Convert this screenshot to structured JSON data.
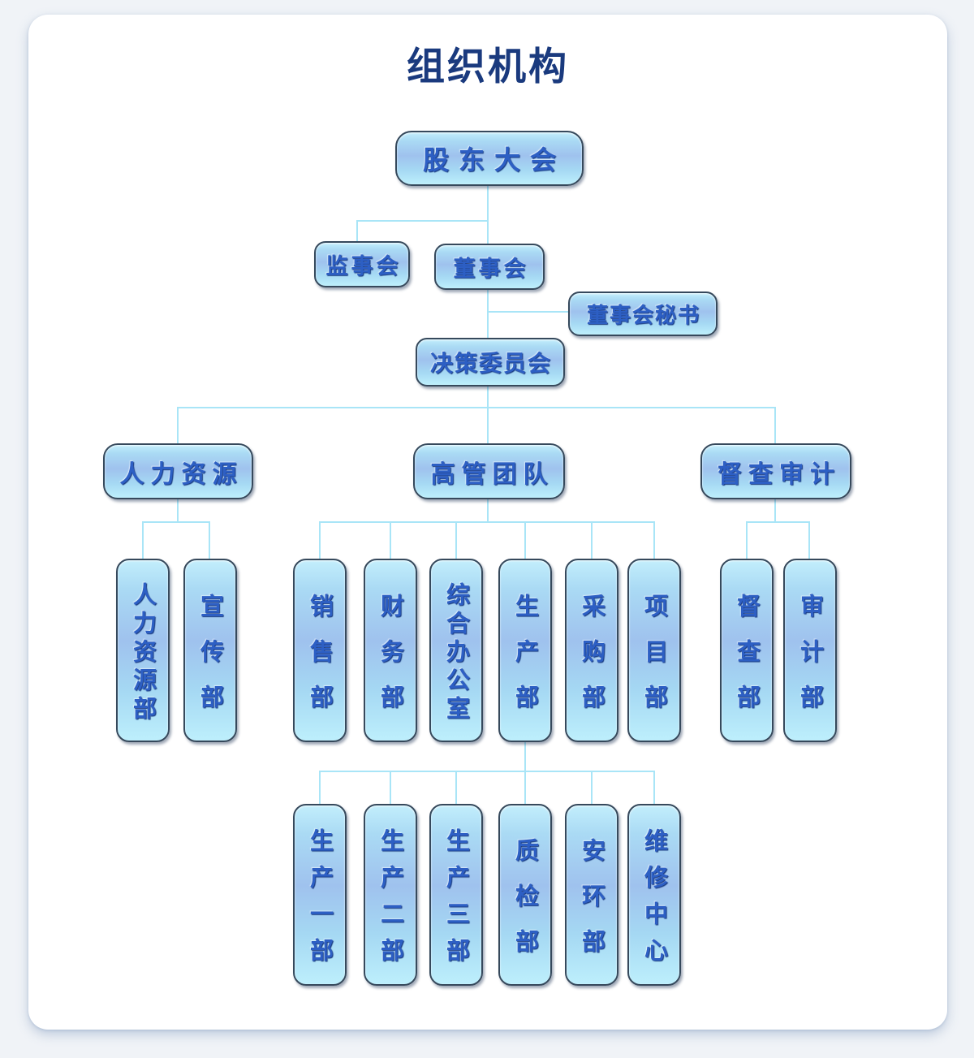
{
  "title": "组织机构",
  "org": {
    "root": "股东大会",
    "supervisory_board": "监事会",
    "board_of_directors": "董事会",
    "board_secretary": "董事会秘书",
    "decision_committee": "决策委员会",
    "branches": {
      "hr": "人力资源",
      "executive": "高管团队",
      "audit": "督查审计"
    },
    "hr_departments": [
      "人力资源部",
      "宣传部"
    ],
    "executive_departments": [
      "销售部",
      "财务部",
      "综合办公室",
      "生产部",
      "采购部",
      "项目部"
    ],
    "audit_departments": [
      "督查部",
      "审计部"
    ],
    "production_sub_departments": [
      "生产一部",
      "生产二部",
      "生产三部",
      "质检部",
      "安环部",
      "维修中心"
    ]
  },
  "colors": {
    "page_bg": "#f0f3f7",
    "card_bg": "#ffffff",
    "title_text": "#1a3a7e",
    "node_text": "#2d5fc4",
    "node_border": "#36495c",
    "node_fill_top": "#c2eefc",
    "node_fill_mid": "#9fc2ee",
    "node_fill_bottom": "#bdeffc",
    "connector": "#a9e5f7"
  }
}
